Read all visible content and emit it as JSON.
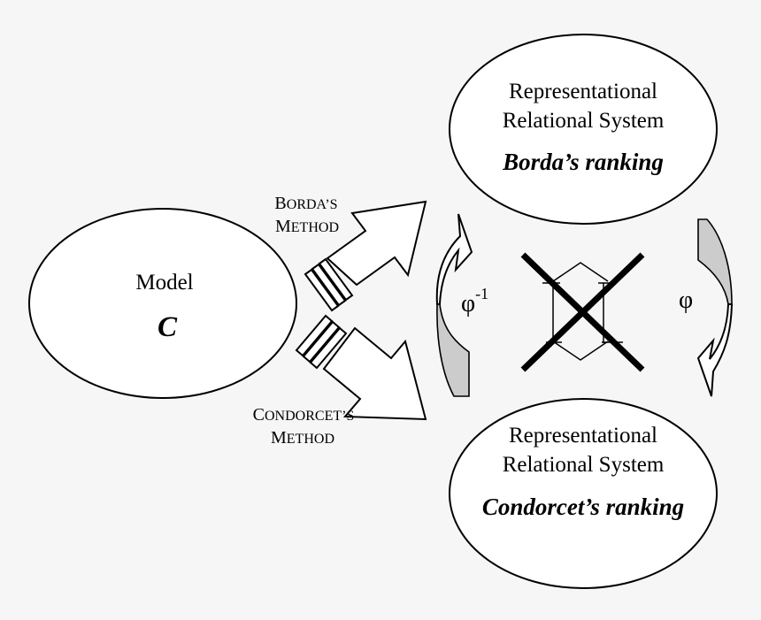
{
  "model": {
    "title": "Model",
    "symbol": "C"
  },
  "borda_system": {
    "line1": "Representational",
    "line2": "Relational System",
    "ranking": "Borda’s ranking"
  },
  "condorcet_system": {
    "line1": "Representational",
    "line2": "Relational System",
    "ranking": "Condorcet’s ranking"
  },
  "borda_method": {
    "line1_initial": "B",
    "line1_rest": "ORDA’S",
    "line2_initial": "M",
    "line2_rest": "ETHOD"
  },
  "condorcet_method": {
    "line1_initial": "C",
    "line1_rest": "ONDORCET’S",
    "line2_initial": "M",
    "line2_rest": "ETHOD"
  },
  "mappings": {
    "phi_inverse": "φ",
    "phi_inverse_exponent": "-1",
    "phi": "φ"
  },
  "colors": {
    "background": "#f6f6f6",
    "shape_fill": "#ffffff",
    "shaded_arrow": "#cccccc",
    "stroke": "#000000"
  }
}
